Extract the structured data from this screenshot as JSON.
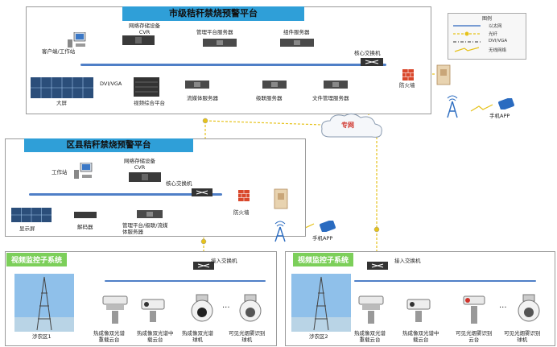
{
  "city": {
    "title": "市级秸秆禁烧预警平台",
    "client": "客户端/工作站",
    "cvr": "网络存储设备\nCVR",
    "mgmt": "管理平台服务器",
    "compo": "组件服务器",
    "core": "核心交换机",
    "dvi": "DVI/VGA",
    "bigscreen": "大屏",
    "video_platform": "视频综合平台",
    "stream": "流媒体服务器",
    "cascade": "级联服务器",
    "file": "文件管理服务器",
    "firewall": "防火墙"
  },
  "legend": {
    "title": "图例",
    "items": [
      "以太网",
      "光纤",
      "DVI/VGA",
      "无线网络"
    ]
  },
  "network": {
    "private": "专网",
    "app_city": "手机APP",
    "app_county": "手机APP"
  },
  "county": {
    "title": "区县秸秆禁烧预警平台",
    "workstation": "工作站",
    "cvr": "网络存储设备\nCVR",
    "core": "核心交换机",
    "display": "显示屏",
    "decoder": "解码器",
    "mgmt": "管理平台/级联/流媒\n体服务器",
    "firewall": "防火墙"
  },
  "sub1": {
    "title": "视频监控子系统",
    "switch": "接入交换机",
    "area": "涉农区1",
    "cam1": "热成像双光谱\n重载云台",
    "cam2": "热成像双光谱中\n载云台",
    "cam3": "热成像双光谱\n球机",
    "cam4": "可见光烟雾识别\n球机"
  },
  "sub2": {
    "title": "视频监控子系统",
    "switch": "接入交换机",
    "area": "涉农区2",
    "cam1": "热成像双光谱\n重载云台",
    "cam2": "热成像双光谱中\n载云台",
    "cam3": "可见光烟雾识别\n云台",
    "cam4": "可见光烟雾识别\n球机"
  },
  "dots": "..."
}
